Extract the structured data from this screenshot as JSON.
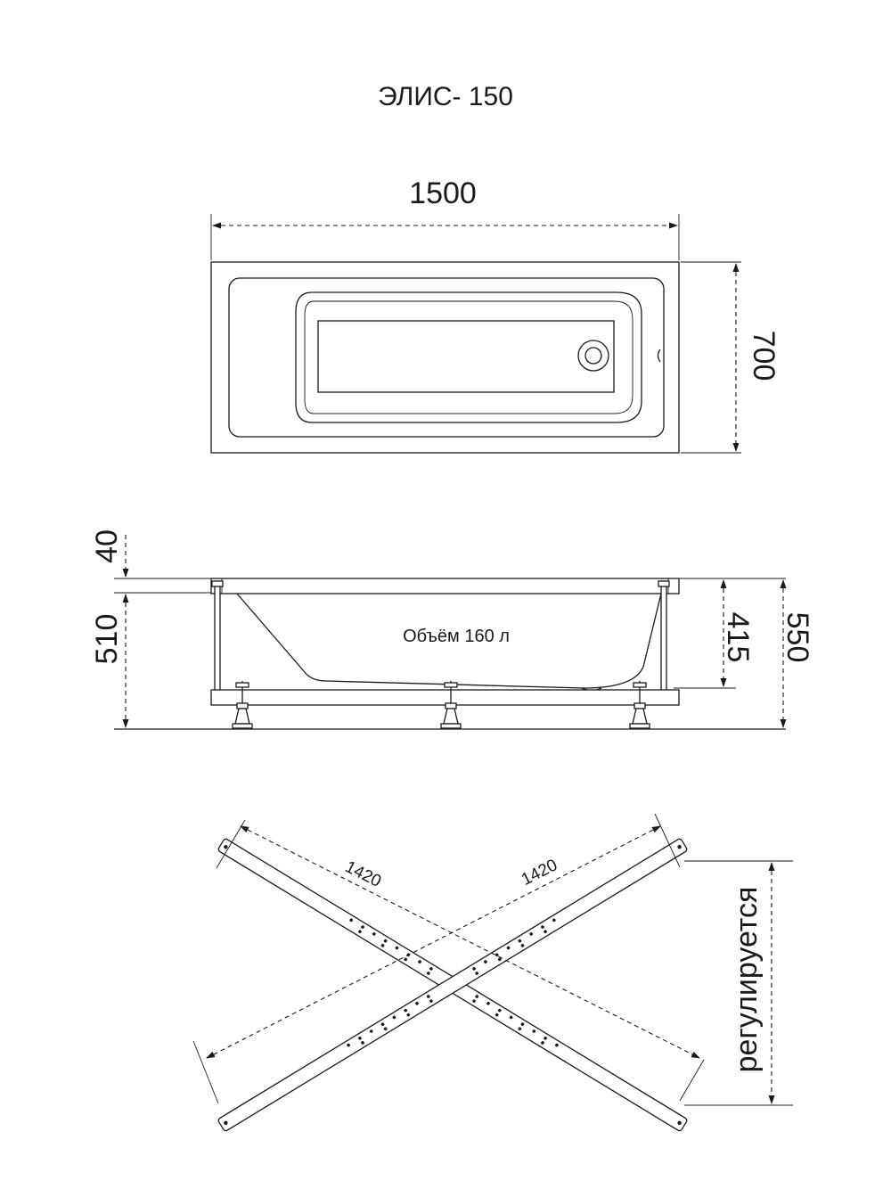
{
  "title": "ЭЛИС- 150",
  "top_view": {
    "length": "1500",
    "width": "700"
  },
  "side_view": {
    "rim_height": "40",
    "body_height": "510",
    "depth": "415",
    "total_height": "550",
    "volume_label": "Объём 160 л"
  },
  "frame_view": {
    "diagonal_1": "1420",
    "diagonal_2": "1420",
    "adjustable_label": "регулируется"
  }
}
